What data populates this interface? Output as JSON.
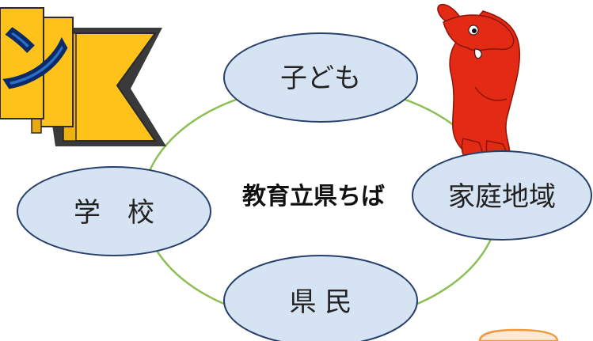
{
  "diagram": {
    "center_label": "教育立県ちば",
    "nodes": {
      "top": "子ども",
      "left": "学　校",
      "right": "家庭地域",
      "bottom": "県 民"
    }
  },
  "colors": {
    "node_fill": "#d6e3f3",
    "node_stroke": "#27406b",
    "ring": "#8cbf54",
    "banner_fill": "#ffc21a",
    "banner_stroke": "#2a2a2a",
    "mascot": "#e32a14",
    "badge_fill": "#fde9d6",
    "badge_stroke": "#ef9a3c"
  },
  "decorations": {
    "banner_glyph": "ン",
    "mascot": "chiba-kun-mascot"
  }
}
